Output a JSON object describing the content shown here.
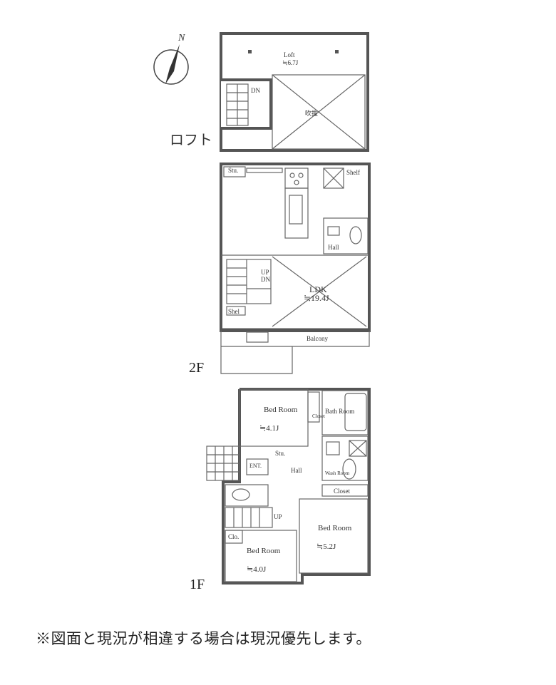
{
  "compass": {
    "north": "N"
  },
  "floors": {
    "loft": {
      "floor_label": "ロフト",
      "rooms": {
        "loft": {
          "name": "Loft",
          "size": "≒6.7J"
        },
        "down": "DN",
        "open_up": "吹抜"
      }
    },
    "second": {
      "floor_label": "2F",
      "rooms": {
        "stu": "Stu.",
        "shelf": "Shelf",
        "hall": "Hall",
        "ldk": {
          "name": "LDK",
          "size": "≒19.4J"
        },
        "up": "UP",
        "dn": "DN",
        "shel": "Shel",
        "balcony": "Balcony"
      }
    },
    "first": {
      "floor_label": "1F",
      "rooms": {
        "bed1": {
          "name": "Bed Room",
          "size": "≒4.1J"
        },
        "closet1": "Closet",
        "bath": "Bath Room",
        "stu": "Stu.",
        "hall": "Hall",
        "ent": "ENT.",
        "wash": "Wash Room",
        "closet2": "Closet",
        "bed2": {
          "name": "Bed Room",
          "size": "≒5.2J"
        },
        "bed3": {
          "name": "Bed Room",
          "size": "≒4.0J"
        },
        "clo": "Clo.",
        "up": "UP"
      }
    }
  },
  "footnote": "※図面と現況が相違する場合は現況優先します。"
}
